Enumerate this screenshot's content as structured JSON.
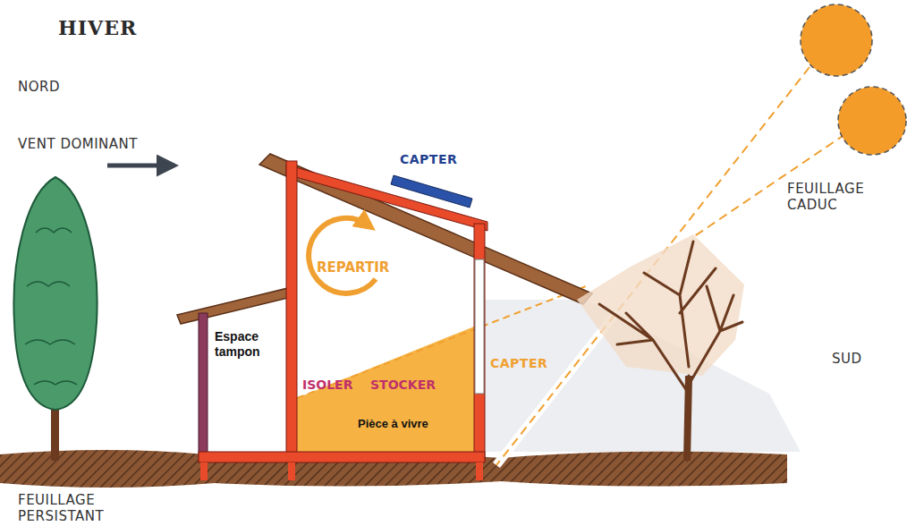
{
  "diagram": {
    "title": "HIVER",
    "nodes": [
      {
        "text": [
          "Espace tampon"
        ]
      },
      {
        "text": [
          "REPARTIR",
          "ISOLER",
          "STOCKER",
          "Pièce à vivre"
        ]
      }
    ],
    "labels": [
      "NORD",
      "VENT DOMINANT",
      "CAPTER",
      "CAPTER",
      "FEUILLAGE CADUC",
      "SUD",
      "FEUILLAGE PERSISTANT"
    ]
  }
}
